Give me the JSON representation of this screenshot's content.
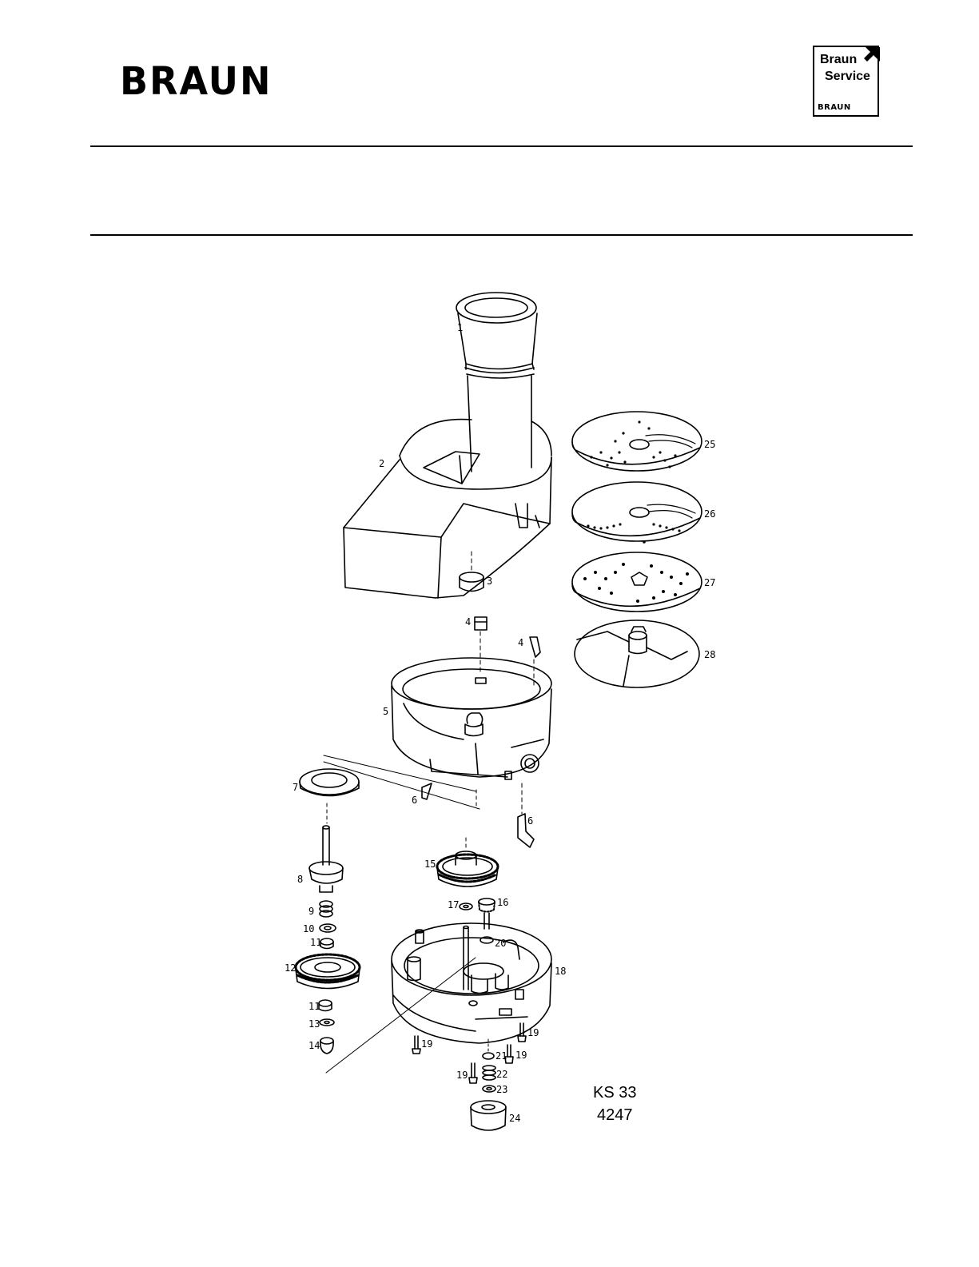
{
  "brand": "BRAUN",
  "service_badge": {
    "line1": "Braun",
    "line2": "Service",
    "mini_brand": "BRAUN"
  },
  "model": {
    "name": "KS 33",
    "code": "4247"
  },
  "part_labels": [
    "1",
    "2",
    "3",
    "4",
    "4",
    "5",
    "6",
    "6",
    "7",
    "8",
    "9",
    "10",
    "11",
    "11",
    "12",
    "13",
    "14",
    "15",
    "16",
    "17",
    "18",
    "19",
    "19",
    "19",
    "19",
    "20",
    "21",
    "22",
    "23",
    "24",
    "25",
    "26",
    "27",
    "28"
  ]
}
